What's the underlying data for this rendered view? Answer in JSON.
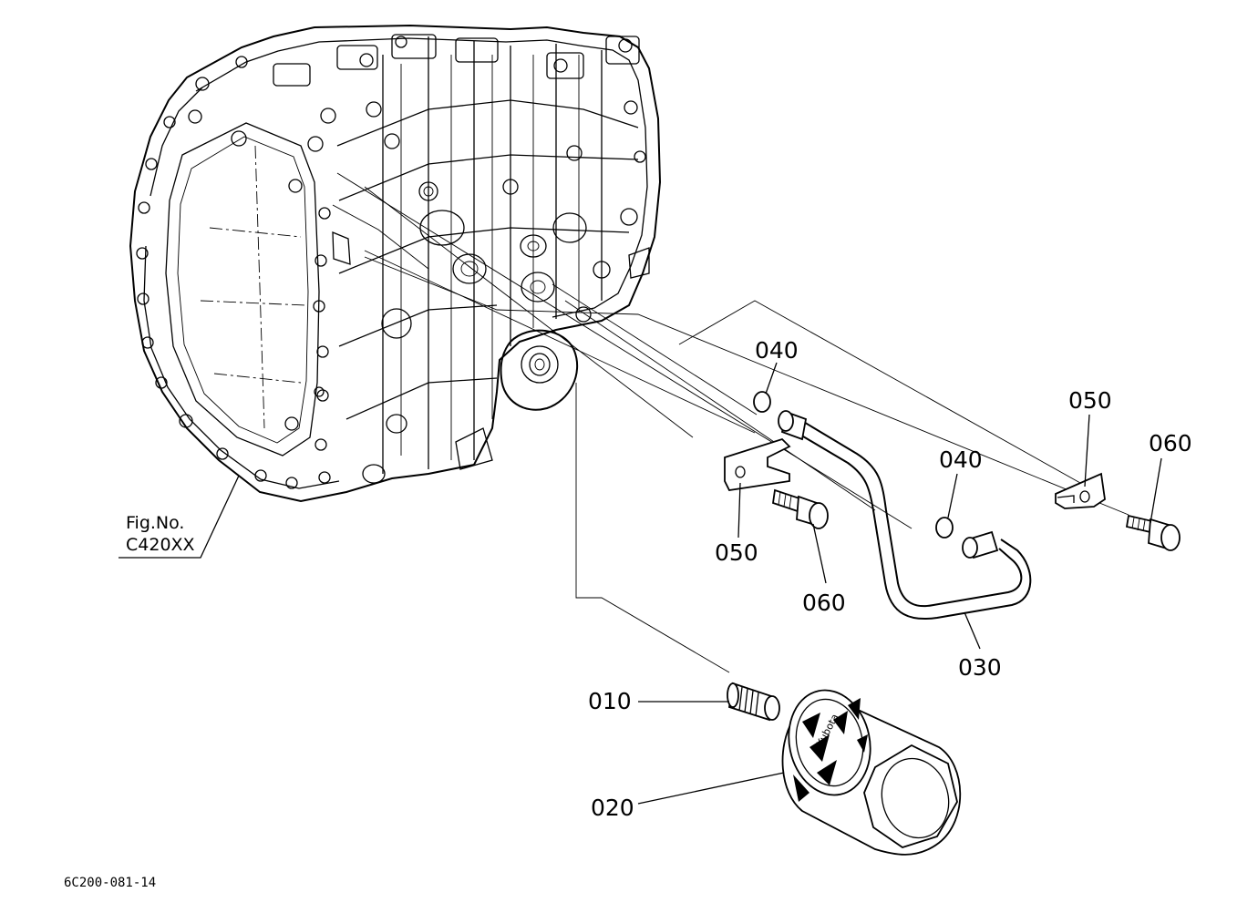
{
  "figure_reference": {
    "line1": "Fig.No.",
    "line2": "C420XX"
  },
  "drawing_code": "6C200-081-14",
  "filter_label": "Kubota",
  "callouts": [
    {
      "id": "c-010",
      "label": "010",
      "part": "connector"
    },
    {
      "id": "c-020",
      "label": "020",
      "part": "oil-filter"
    },
    {
      "id": "c-030",
      "label": "030",
      "part": "oil-pipe"
    },
    {
      "id": "c-040a",
      "label": "040",
      "part": "o-ring"
    },
    {
      "id": "c-040b",
      "label": "040",
      "part": "o-ring"
    },
    {
      "id": "c-050a",
      "label": "050",
      "part": "clamp-plate"
    },
    {
      "id": "c-050b",
      "label": "050",
      "part": "clamp-plate"
    },
    {
      "id": "c-060a",
      "label": "060",
      "part": "bolt"
    },
    {
      "id": "c-060b",
      "label": "060",
      "part": "bolt"
    }
  ]
}
